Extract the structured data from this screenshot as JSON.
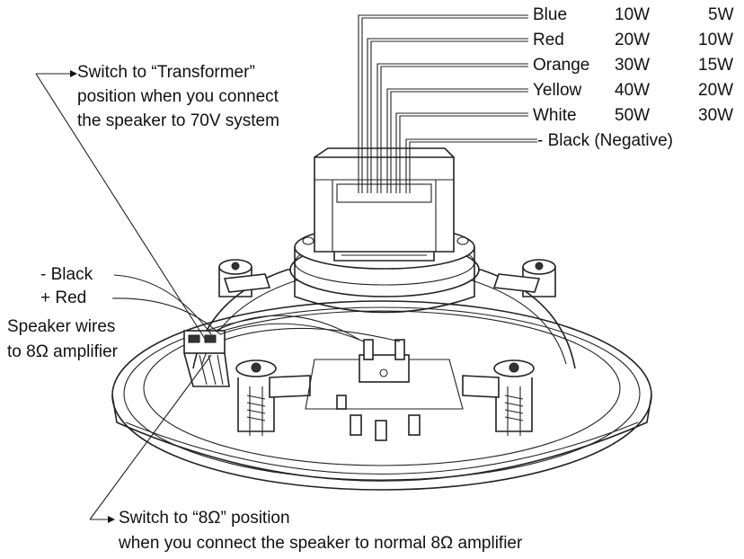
{
  "transformer_note": {
    "line1": "Switch to “Transformer”",
    "line2": "position when you connect",
    "line3": "the speaker to 70V system"
  },
  "taps": [
    {
      "color": "Blue",
      "w70": "10W",
      "w100": "5W"
    },
    {
      "color": "Red",
      "w70": "20W",
      "w100": "10W"
    },
    {
      "color": "Orange",
      "w70": "30W",
      "w100": "15W"
    },
    {
      "color": "Yellow",
      "w70": "40W",
      "w100": "20W"
    },
    {
      "color": "White",
      "w70": "50W",
      "w100": "30W"
    }
  ],
  "negative_label": "- Black (Negative)",
  "wire_labels": {
    "black": "- Black",
    "red": "+ Red",
    "caption1": "Speaker wires",
    "caption2": "to 8Ω amplifier"
  },
  "impedance_note": {
    "line1": "Switch to “8Ω” position",
    "line2": "when you connect the speaker to normal 8Ω  amplifier"
  }
}
